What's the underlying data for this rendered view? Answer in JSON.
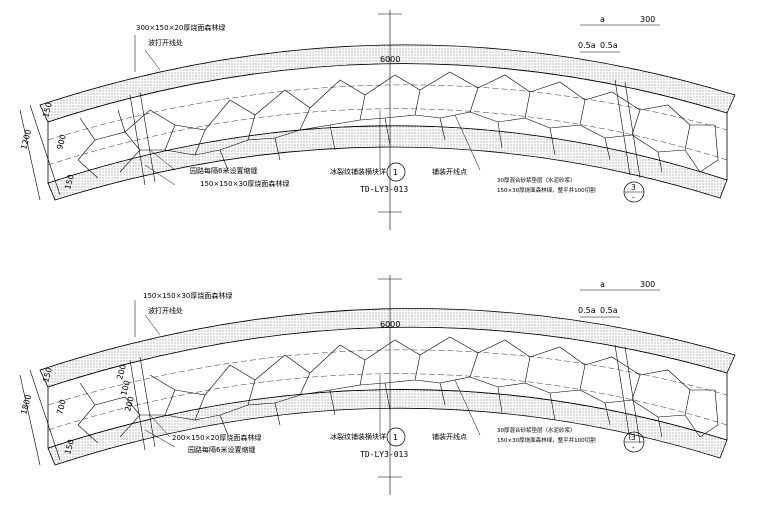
{
  "plans": [
    {
      "id": "plan-top",
      "labels": {
        "stone_edge_a": "300×150×20厚烧面森林绿",
        "snap_line": "波打开线处",
        "expansion_joint": "园路每隔6米设置缩缝",
        "stone_edge_b": "150×150×30厚烧面森林绿",
        "ice_crack": "冰裂纹铺装横块详",
        "paving_line": "铺装开线点",
        "note_1": "30厚混合砂浆垫层（水泥砂浆）",
        "note_2": "150×30厚烧面森林绿，整平并100切割"
      },
      "dims": {
        "length": "6000",
        "width_total": "1200",
        "width_center": "900",
        "edge_a": "150",
        "edge_b": "150",
        "top_a": "300",
        "top_b": "a",
        "top_c": "0.5a",
        "top_d": "0.5a"
      },
      "detail_ref": {
        "num": "1",
        "sheet": "TD-LY3-013"
      },
      "section_mark": {
        "num": "3",
        "sub": "-"
      }
    },
    {
      "id": "plan-bottom",
      "labels": {
        "stone_edge_a": "150×150×30厚烧面森林绿",
        "snap_line": "波打开线处",
        "stone_edge_b": "200×150×20厚烧面森林绿",
        "expansion_joint": "园路每隔6米设置缩缝",
        "ice_crack": "冰裂纹铺装横块详",
        "paving_line": "铺装开线点",
        "note_1": "30厚混合砂浆垫层（水泥砂浆）",
        "note_2": "150×30厚烧面森林绿，整平并100切割"
      },
      "dims": {
        "length": "6000",
        "width_total": "1800",
        "width_center": "700",
        "edge_a": "150",
        "edge_b": "150",
        "small_a": "200",
        "small_b": "100",
        "small_c": "200",
        "top_a": "300",
        "top_b": "a",
        "top_c": "0.5a",
        "top_d": "0.5a"
      },
      "detail_ref": {
        "num": "1",
        "sheet": "TD-LY3-013"
      },
      "section_mark": {
        "num": "3",
        "sub": "-"
      }
    }
  ]
}
